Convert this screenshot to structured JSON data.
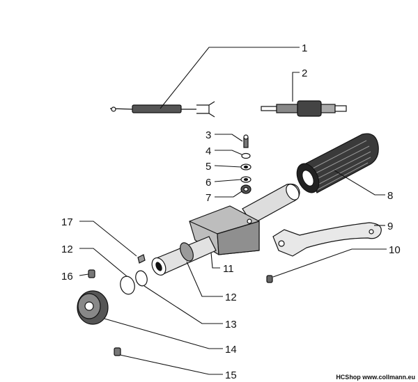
{
  "callouts": [
    {
      "id": "1",
      "label": "1"
    },
    {
      "id": "2",
      "label": "2"
    },
    {
      "id": "3",
      "label": "3"
    },
    {
      "id": "4",
      "label": "4"
    },
    {
      "id": "5",
      "label": "5"
    },
    {
      "id": "6",
      "label": "6"
    },
    {
      "id": "7",
      "label": "7"
    },
    {
      "id": "8",
      "label": "8"
    },
    {
      "id": "9",
      "label": "9"
    },
    {
      "id": "10",
      "label": "10"
    },
    {
      "id": "11",
      "label": "11"
    },
    {
      "id": "12a",
      "label": "12"
    },
    {
      "id": "12b",
      "label": "12"
    },
    {
      "id": "13",
      "label": "13"
    },
    {
      "id": "14",
      "label": "14"
    },
    {
      "id": "15",
      "label": "15"
    },
    {
      "id": "16",
      "label": "16"
    },
    {
      "id": "17",
      "label": "17"
    }
  ],
  "footer": {
    "credit": "HCShop www.collmann.eu"
  }
}
